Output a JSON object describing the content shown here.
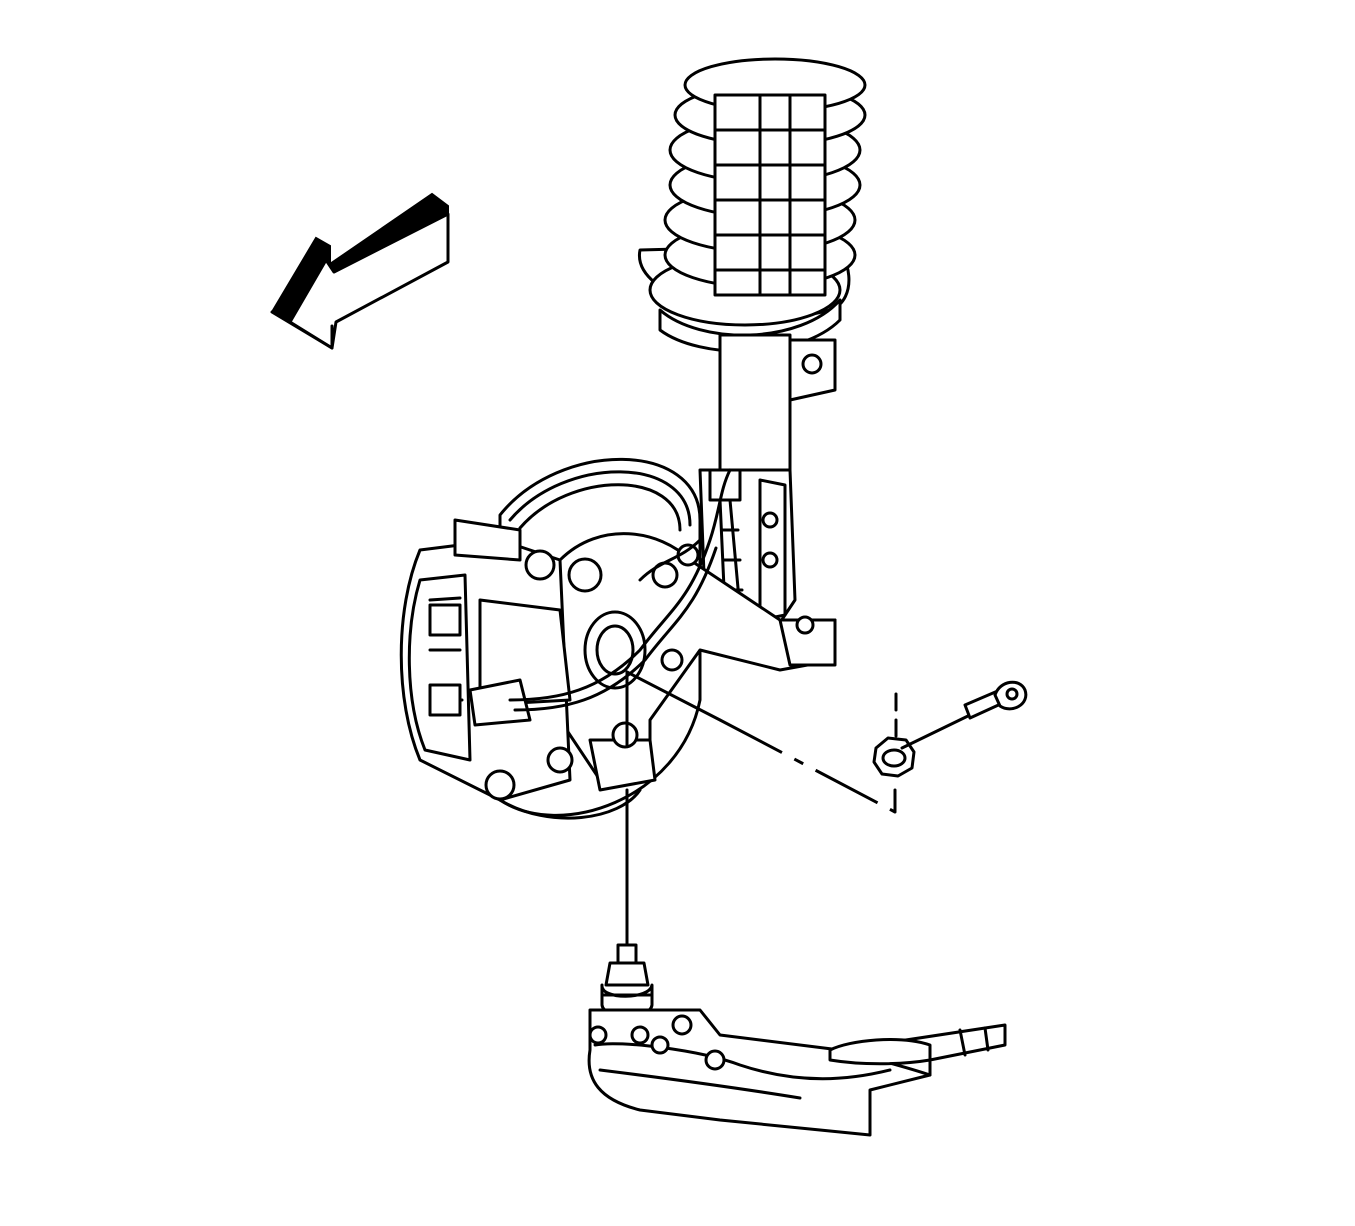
{
  "diagram": {
    "colors": {
      "line": "#000000",
      "background": "#ffffff"
    },
    "components": [
      "direction-arrow",
      "coil-spring",
      "strut-body",
      "brake-rotor",
      "brake-caliper",
      "steering-knuckle",
      "wheel-speed-sensor-harness",
      "ball-joint-stud",
      "lower-control-arm",
      "retaining-nut",
      "wrench"
    ]
  }
}
